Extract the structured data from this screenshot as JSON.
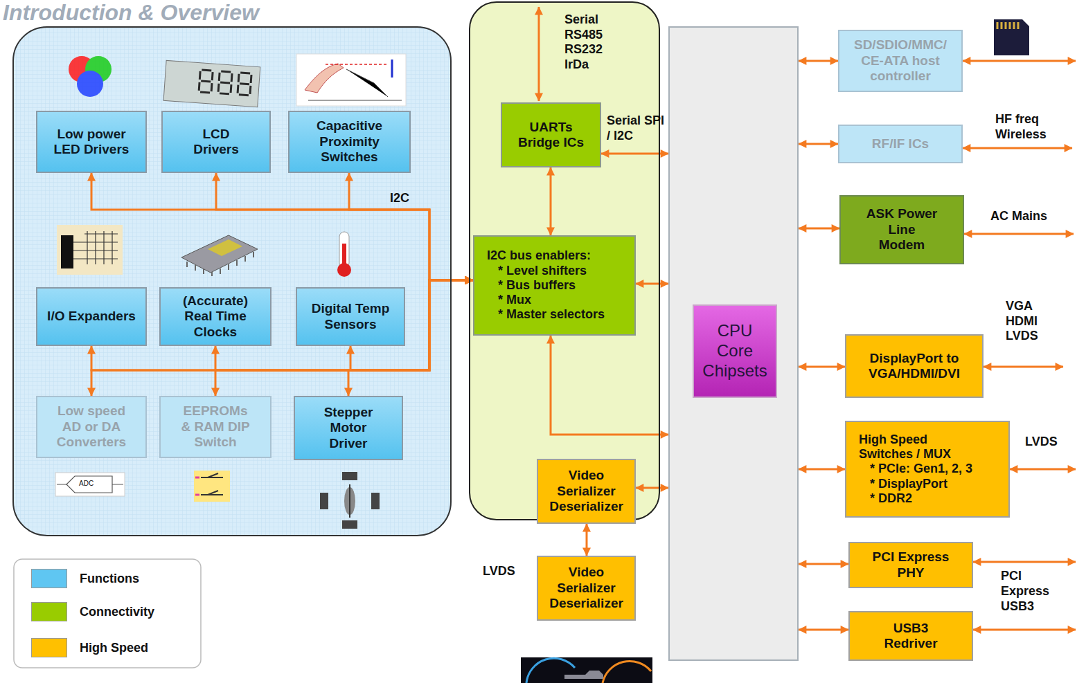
{
  "diagram": {
    "title": "Introduction & Overview",
    "nodes": [
      {
        "text": [
          "I2C"
        ]
      },
      {
        "text": [
          "Low power LED Drivers"
        ],
        "in": 0
      },
      {
        "text": [
          "LCD Drivers"
        ],
        "in": 0
      },
      {
        "text": [
          "Capacitive Proximity Switches"
        ],
        "in": 0
      },
      {
        "text": [
          "I/O Expanders"
        ],
        "in": 0
      },
      {
        "text": [
          "(Accurate) Real Time Clocks"
        ],
        "in": 0
      },
      {
        "text": [
          "Digital Temp Sensors"
        ],
        "in": 0
      },
      {
        "text": [
          "Low speed AD or DA Converters"
        ],
        "in": 0
      },
      {
        "text": [
          "EEPROMs & RAM DIP Switch"
        ],
        "in": 0
      },
      {
        "text": [
          "Stepper Motor Driver"
        ],
        "in": 0
      },
      {
        "text": [
          "Serial RS485 RS232 IrDa"
        ]
      },
      {
        "text": [
          "UARTs Bridge ICs"
        ],
        "in": 10
      },
      {
        "text": [
          "I2C bus enablers:",
          "* Level shifters",
          "* Bus buffers",
          "* Mux",
          "* Master selectors"
        ],
        "in": 10
      },
      {
        "text": [
          "CPU Core Chipsets"
        ]
      },
      {
        "text": [
          "SD/SDIO/MMC/ CE-ATA host controller"
        ]
      },
      {
        "text": [
          "RF/IF ICs"
        ]
      },
      {
        "text": [
          "ASK Power Line Modem"
        ]
      },
      {
        "text": [
          "DisplayPort to VGA/HDMI/DVI"
        ]
      },
      {
        "text": [
          "High Speed Switches / MUX",
          "* PCIe: Gen1, 2, 3",
          "* DisplayPort",
          "* DDR2"
        ]
      },
      {
        "text": [
          "PCI Express PHY"
        ]
      },
      {
        "text": [
          "USB3 Redriver"
        ]
      },
      {
        "text": [
          "Video Serializer Deserializer"
        ]
      },
      {
        "text": [
          "Video Serializer Deserializer"
        ]
      }
    ],
    "edges": [
      {
        "from": 12,
        "to": 1,
        "arrow": "both"
      },
      {
        "from": 12,
        "to": 2,
        "arrow": "both"
      },
      {
        "from": 12,
        "to": 3,
        "arrow": "both"
      },
      {
        "from": 12,
        "to": 4,
        "arrow": "both"
      },
      {
        "from": 12,
        "to": 5,
        "arrow": "both"
      },
      {
        "from": 12,
        "to": 6,
        "arrow": "both"
      },
      {
        "from": 12,
        "to": 7,
        "arrow": "both"
      },
      {
        "from": 12,
        "to": 8,
        "arrow": "both"
      },
      {
        "from": 12,
        "to": 9,
        "arrow": "both"
      },
      {
        "from": 11,
        "to": 12,
        "arrow": "both"
      },
      {
        "from": 11,
        "to": 13,
        "label": "Serial SPI / I2C",
        "arrow": "both"
      },
      {
        "from": 12,
        "to": 13,
        "arrow": "both"
      },
      {
        "from": 12,
        "to": 13,
        "arrow": "both"
      },
      {
        "from": 13,
        "to": 14,
        "arrow": "both"
      },
      {
        "from": 13,
        "to": 15,
        "arrow": "both"
      },
      {
        "from": 13,
        "to": 16,
        "arrow": "both"
      },
      {
        "from": 13,
        "to": 17,
        "arrow": "both"
      },
      {
        "from": 13,
        "to": 18,
        "arrow": "both"
      },
      {
        "from": 13,
        "to": 19,
        "arrow": "both"
      },
      {
        "from": 13,
        "to": 20,
        "arrow": "both"
      },
      {
        "from": 21,
        "to": 13,
        "arrow": "both"
      },
      {
        "from": 21,
        "to": 22,
        "arrow": "both"
      }
    ],
    "labels": [
      "HF freq Wireless",
      "AC Mains",
      "VGA HDMI LVDS",
      "LVDS",
      "PCI Express",
      "USB3",
      "LVDS",
      "ADC"
    ],
    "legend": [
      {
        "text": "Functions",
        "color": "#5fc6f2"
      },
      {
        "text": "Connectivity",
        "color": "#99cc00"
      },
      {
        "text": "High Speed",
        "color": "#ffc000"
      }
    ]
  }
}
